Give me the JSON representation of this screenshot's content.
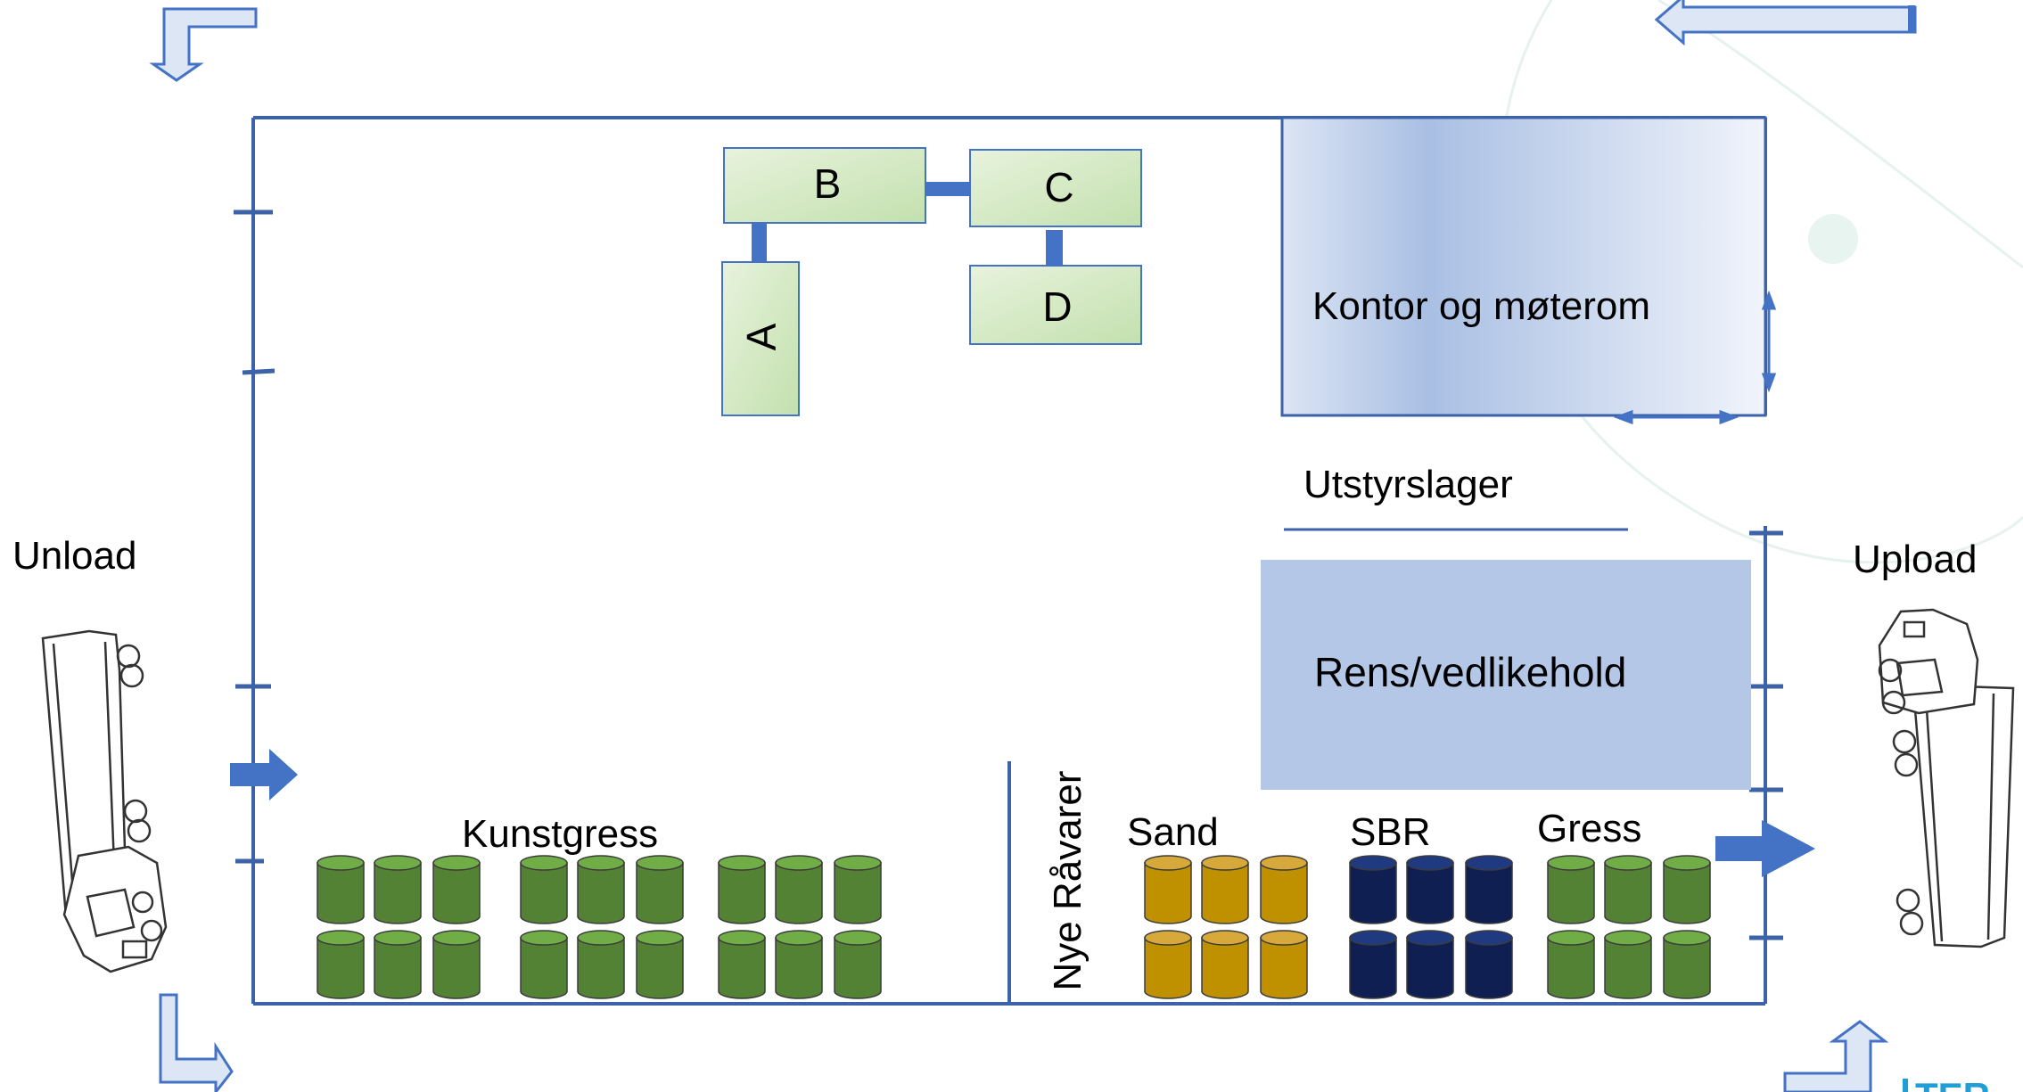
{
  "labels": {
    "unload": "Unload",
    "upload": "Upload",
    "machine_a": "A",
    "machine_b": "B",
    "machine_c": "C",
    "machine_d": "D",
    "office": "Kontor og møterom",
    "equipment_storage": "Utstyrslager",
    "cleaning": "Rens/vedlikehold",
    "artificial_grass": "Kunstgress",
    "new_raw_materials": "Nye Råvarer",
    "sand": "Sand",
    "sbr": "SBR",
    "grass": "Gress",
    "brand_fragment": "TER"
  },
  "colors": {
    "wall": "#3C63A8",
    "machine_fill": "#D5E8C6",
    "machine_stroke": "#4472C4",
    "office_fill": "#B4C7E7",
    "cleaning_fill": "#B4C7E7",
    "barrel_green": "#548235",
    "barrel_green_top": "#70AD47",
    "barrel_gold": "#BF9000",
    "barrel_gold_top": "#D6A93A",
    "barrel_navy": "#0F1F52",
    "barrel_navy_top": "#1F3A80",
    "arrow_fill": "#DCE6F5",
    "arrow_solid": "#4472C4",
    "brand": "#1F9ED8"
  },
  "icons": {
    "truck_left": "semi-truck-icon",
    "truck_right": "semi-truck-icon",
    "barrel": "barrel-icon",
    "arrow": "arrow-icon"
  }
}
